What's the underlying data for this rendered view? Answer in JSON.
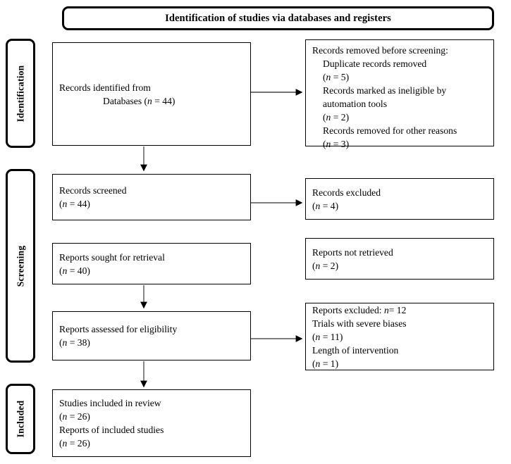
{
  "header": {
    "title": "Identification of studies via databases and registers"
  },
  "stages": [
    {
      "id": "identification",
      "label": "Identification"
    },
    {
      "id": "screening",
      "label": "Screening"
    },
    {
      "id": "included",
      "label": "Included"
    }
  ],
  "boxes": {
    "identified": {
      "name": "records-identified-box",
      "lines": [
        "Records identified from",
        "Databases (n = 44)"
      ]
    },
    "removed": {
      "name": "records-removed-box",
      "lines": [
        "Records removed before screening:",
        "Duplicate records removed",
        "(n = 5)",
        "Records marked as ineligible by",
        "automation tools",
        "(n = 2)",
        "Records removed for other reasons",
        "(n = 3)"
      ]
    },
    "screened": {
      "name": "records-screened-box",
      "lines": [
        "Records screened",
        "(n = 44)"
      ]
    },
    "records_excluded": {
      "name": "records-excluded-box",
      "lines": [
        "Records excluded",
        "(n = 4)"
      ]
    },
    "sought": {
      "name": "reports-sought-box",
      "lines": [
        "Reports sought for retrieval",
        "(n = 40)"
      ]
    },
    "not_retrieved": {
      "name": "reports-not-retrieved-box",
      "lines": [
        "Reports not retrieved",
        "(n = 2)"
      ]
    },
    "assessed": {
      "name": "reports-assessed-box",
      "lines": [
        "Reports assessed for eligibility",
        "(n = 38)"
      ]
    },
    "reports_excluded": {
      "name": "reports-excluded-box",
      "lines": [
        "Reports excluded: n= 12",
        "Trials with severe biases",
        "(n = 11)",
        "Length of intervention",
        "(n = 1)"
      ]
    },
    "included": {
      "name": "studies-included-box",
      "lines": [
        "Studies included in review",
        "(n = 26)",
        "Reports of included studies",
        "(n = 26)"
      ]
    }
  },
  "counts": {
    "records_identified_databases": 44,
    "duplicate_records_removed": 5,
    "records_marked_ineligible_automation": 2,
    "records_removed_other_reasons": 3,
    "records_screened": 44,
    "records_excluded": 4,
    "reports_sought_for_retrieval": 40,
    "reports_not_retrieved": 2,
    "reports_assessed_for_eligibility": 38,
    "reports_excluded_total": 12,
    "trials_with_severe_biases": 11,
    "length_of_intervention": 1,
    "studies_included_in_review": 26,
    "reports_of_included_studies": 26
  },
  "colors": {
    "stroke": "#000000",
    "background": "#ffffff",
    "text": "#000000"
  }
}
